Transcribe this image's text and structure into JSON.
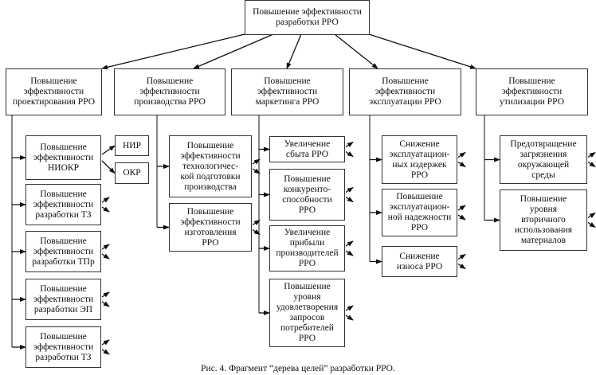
{
  "root": {
    "label": "Повышение эффективности\nразработки РРО"
  },
  "branches": [
    {
      "label": "Повышение\nэффективности\nпроектирования РРО",
      "children": [
        {
          "label": "Повышение\nэффективности\nНИОКР",
          "sub": [
            "НИР",
            "ОКР"
          ]
        },
        {
          "label": "Повышение\nэффективности\nразработки ТЗ"
        },
        {
          "label": "Повышение\nэффективности\nразработки ТПр"
        },
        {
          "label": "Повышение\nэффективности\nразработки ЭП"
        },
        {
          "label": "Повышение\nэффективности\nразработки ТЗ"
        }
      ]
    },
    {
      "label": "Повышение\nэффективности\nпроизводства РРО",
      "children": [
        {
          "label": "Повышение\nэффективности\nтехнологичес-\nкой подготовки\nпроизводства"
        },
        {
          "label": "Повышение\nэффективности\nизготовления\nРРО"
        }
      ]
    },
    {
      "label": "Повышение\nэффективности\nмаркетинга РРО",
      "children": [
        {
          "label": "Увеличение\nсбыта РРО"
        },
        {
          "label": "Повышение\nконкуренто-\nспособности\nРРО"
        },
        {
          "label": "Увеличение\nприбыли\nпроизводителей\nРРО"
        },
        {
          "label": "Повышение\nуровня\nудовлетворения\nзапросов\nпотребителей\nРРО"
        }
      ]
    },
    {
      "label": "Повышение\nэффективности\nэксплуатации РРО",
      "children": [
        {
          "label": "Снижение\nэксплуатацион-\nных издержек\nРРО"
        },
        {
          "label": "Повышение\nэксплуатацион-\nной надежности\nРРО"
        },
        {
          "label": "Снижение\nизноса РРО"
        }
      ]
    },
    {
      "label": "Повышение\nэффективности\nутилизации РРО",
      "children": [
        {
          "label": "Предотвращение\nзагрязнения\nокружающей\nсреды"
        },
        {
          "label": "Повышение\nуровня\nвторичного\nиспользования\nматериалов"
        }
      ]
    }
  ],
  "caption": "Рис. 4. Фрагмент “дерева целей” разработки РРО."
}
